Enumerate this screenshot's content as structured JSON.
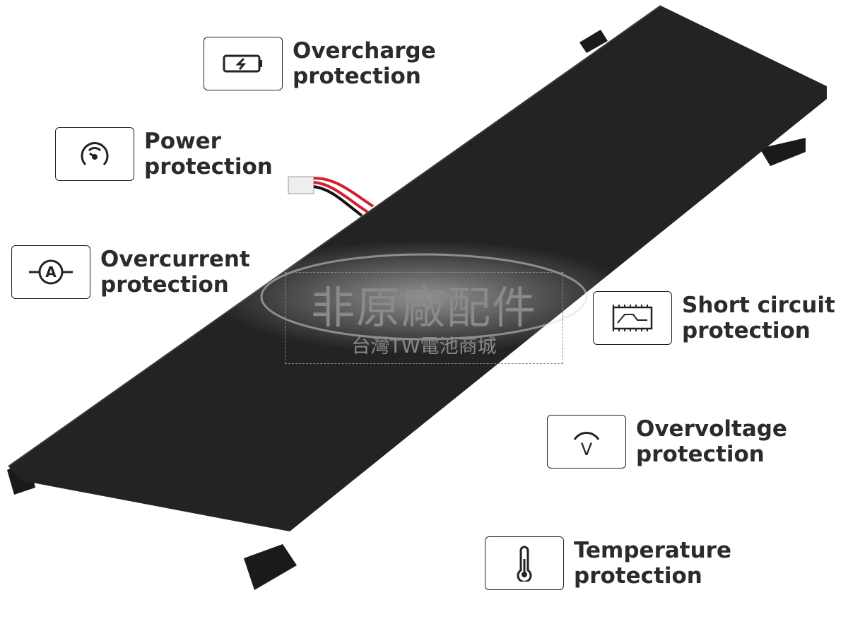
{
  "watermark": {
    "title": "非原廠配件",
    "subtitle": "台灣TW電池商城"
  },
  "features": [
    {
      "icon": "battery-charge-icon",
      "line1": "Overcharge",
      "line2": "protection"
    },
    {
      "icon": "gauge-icon",
      "line1": "Power",
      "line2": "protection"
    },
    {
      "icon": "ammeter-icon",
      "line1": "Overcurrent",
      "line2": "protection"
    },
    {
      "icon": "circuit-board-icon",
      "line1": "Short circuit",
      "line2": "protection"
    },
    {
      "icon": "voltage-icon",
      "line1": "Overvoltage",
      "line2": "protection"
    },
    {
      "icon": "thermometer-icon",
      "line1": "Temperature",
      "line2": "protection"
    }
  ],
  "colors": {
    "battery": "#232323",
    "text": "#2b2b2b",
    "cable_red": "#d0202e"
  }
}
